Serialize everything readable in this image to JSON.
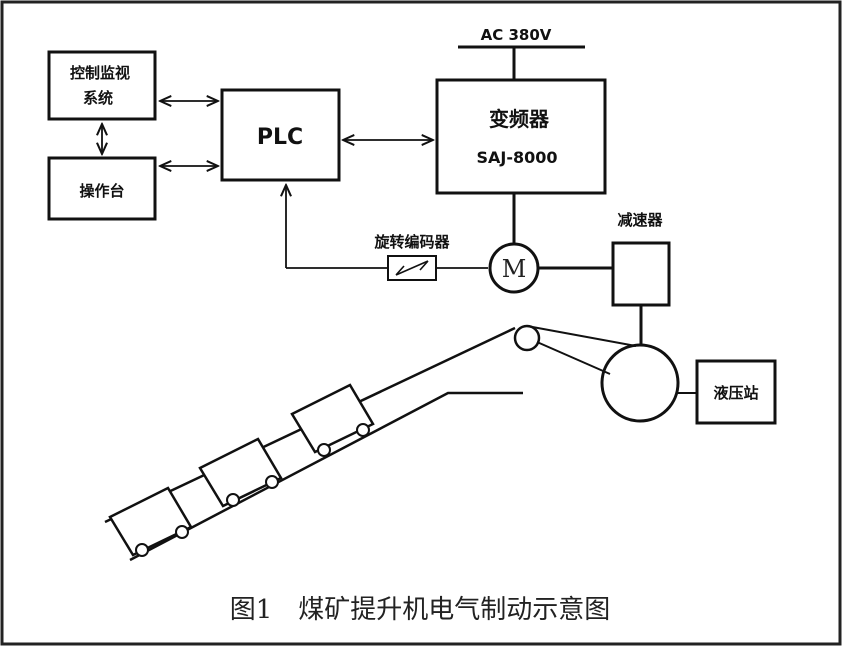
{
  "power": {
    "label": "AC 380V"
  },
  "control_monitor": {
    "label_line1": "控制监视",
    "label_line2": "系统"
  },
  "console": {
    "label": "操作台"
  },
  "plc": {
    "label": "PLC"
  },
  "inverter": {
    "label_line1": "变频器",
    "label_line2": "SAJ-8000"
  },
  "encoder": {
    "label": "旋转编码器"
  },
  "motor": {
    "label": "M"
  },
  "reducer": {
    "label": "减速器"
  },
  "hydraulic": {
    "label": "液压站"
  },
  "caption": {
    "text": "图1　煤矿提升机电气制动示意图"
  },
  "colors": {
    "line": "#111111",
    "border": "#222222",
    "background": "#ffffff"
  }
}
